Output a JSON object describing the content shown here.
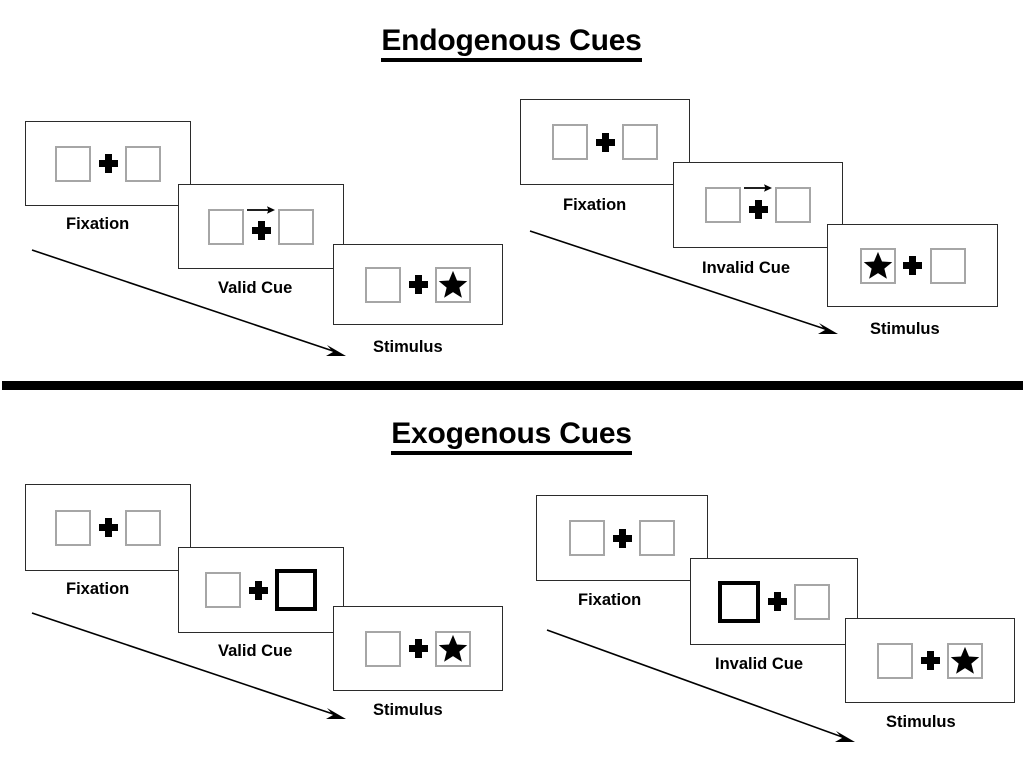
{
  "sections": [
    {
      "id": "endogenous",
      "title": "Endogenous Cues",
      "sequences": [
        {
          "id": "endogenous-valid",
          "frames": [
            {
              "caption": "Fixation",
              "cue": "none",
              "stimulus": "none",
              "arrow": "none"
            },
            {
              "caption": "Valid Cue",
              "cue": "arrow",
              "stimulus": "none",
              "arrow": "right"
            },
            {
              "caption": "Stimulus",
              "cue": "none",
              "stimulus": "right",
              "arrow": "none"
            }
          ]
        },
        {
          "id": "endogenous-invalid",
          "frames": [
            {
              "caption": "Fixation",
              "cue": "none",
              "stimulus": "none",
              "arrow": "none"
            },
            {
              "caption": "Invalid Cue",
              "cue": "arrow",
              "stimulus": "none",
              "arrow": "right"
            },
            {
              "caption": "Stimulus",
              "cue": "none",
              "stimulus": "left",
              "arrow": "none"
            }
          ]
        }
      ]
    },
    {
      "id": "exogenous",
      "title": "Exogenous Cues",
      "sequences": [
        {
          "id": "exogenous-valid",
          "frames": [
            {
              "caption": "Fixation",
              "cue": "none",
              "stimulus": "none",
              "arrow": "none"
            },
            {
              "caption": "Valid Cue",
              "cue": "box-right",
              "stimulus": "none",
              "arrow": "none"
            },
            {
              "caption": "Stimulus",
              "cue": "none",
              "stimulus": "right",
              "arrow": "none"
            }
          ]
        },
        {
          "id": "exogenous-invalid",
          "frames": [
            {
              "caption": "Fixation",
              "cue": "none",
              "stimulus": "none",
              "arrow": "none"
            },
            {
              "caption": "Invalid Cue",
              "cue": "box-left",
              "stimulus": "none",
              "arrow": "none"
            },
            {
              "caption": "Stimulus",
              "cue": "none",
              "stimulus": "right",
              "arrow": "none"
            }
          ]
        }
      ]
    }
  ],
  "icons": {
    "fixation_cross": "plus-icon",
    "stimulus": "star-icon",
    "cue_arrow": "arrow-right-icon",
    "time_flow": "diagonal-arrow-icon"
  },
  "colors": {
    "background": "#ffffff",
    "ink": "#000000",
    "panel_border": "#2b2b2b",
    "placeholder_border": "#a6a6a6",
    "cued_border": "#000000",
    "divider": "#000000"
  },
  "labels": {
    "endogenous_title": "Endogenous Cues",
    "exogenous_title": "Exogenous Cues",
    "fixation": "Fixation",
    "valid_cue": "Valid Cue",
    "invalid_cue": "Invalid Cue",
    "stimulus": "Stimulus"
  }
}
